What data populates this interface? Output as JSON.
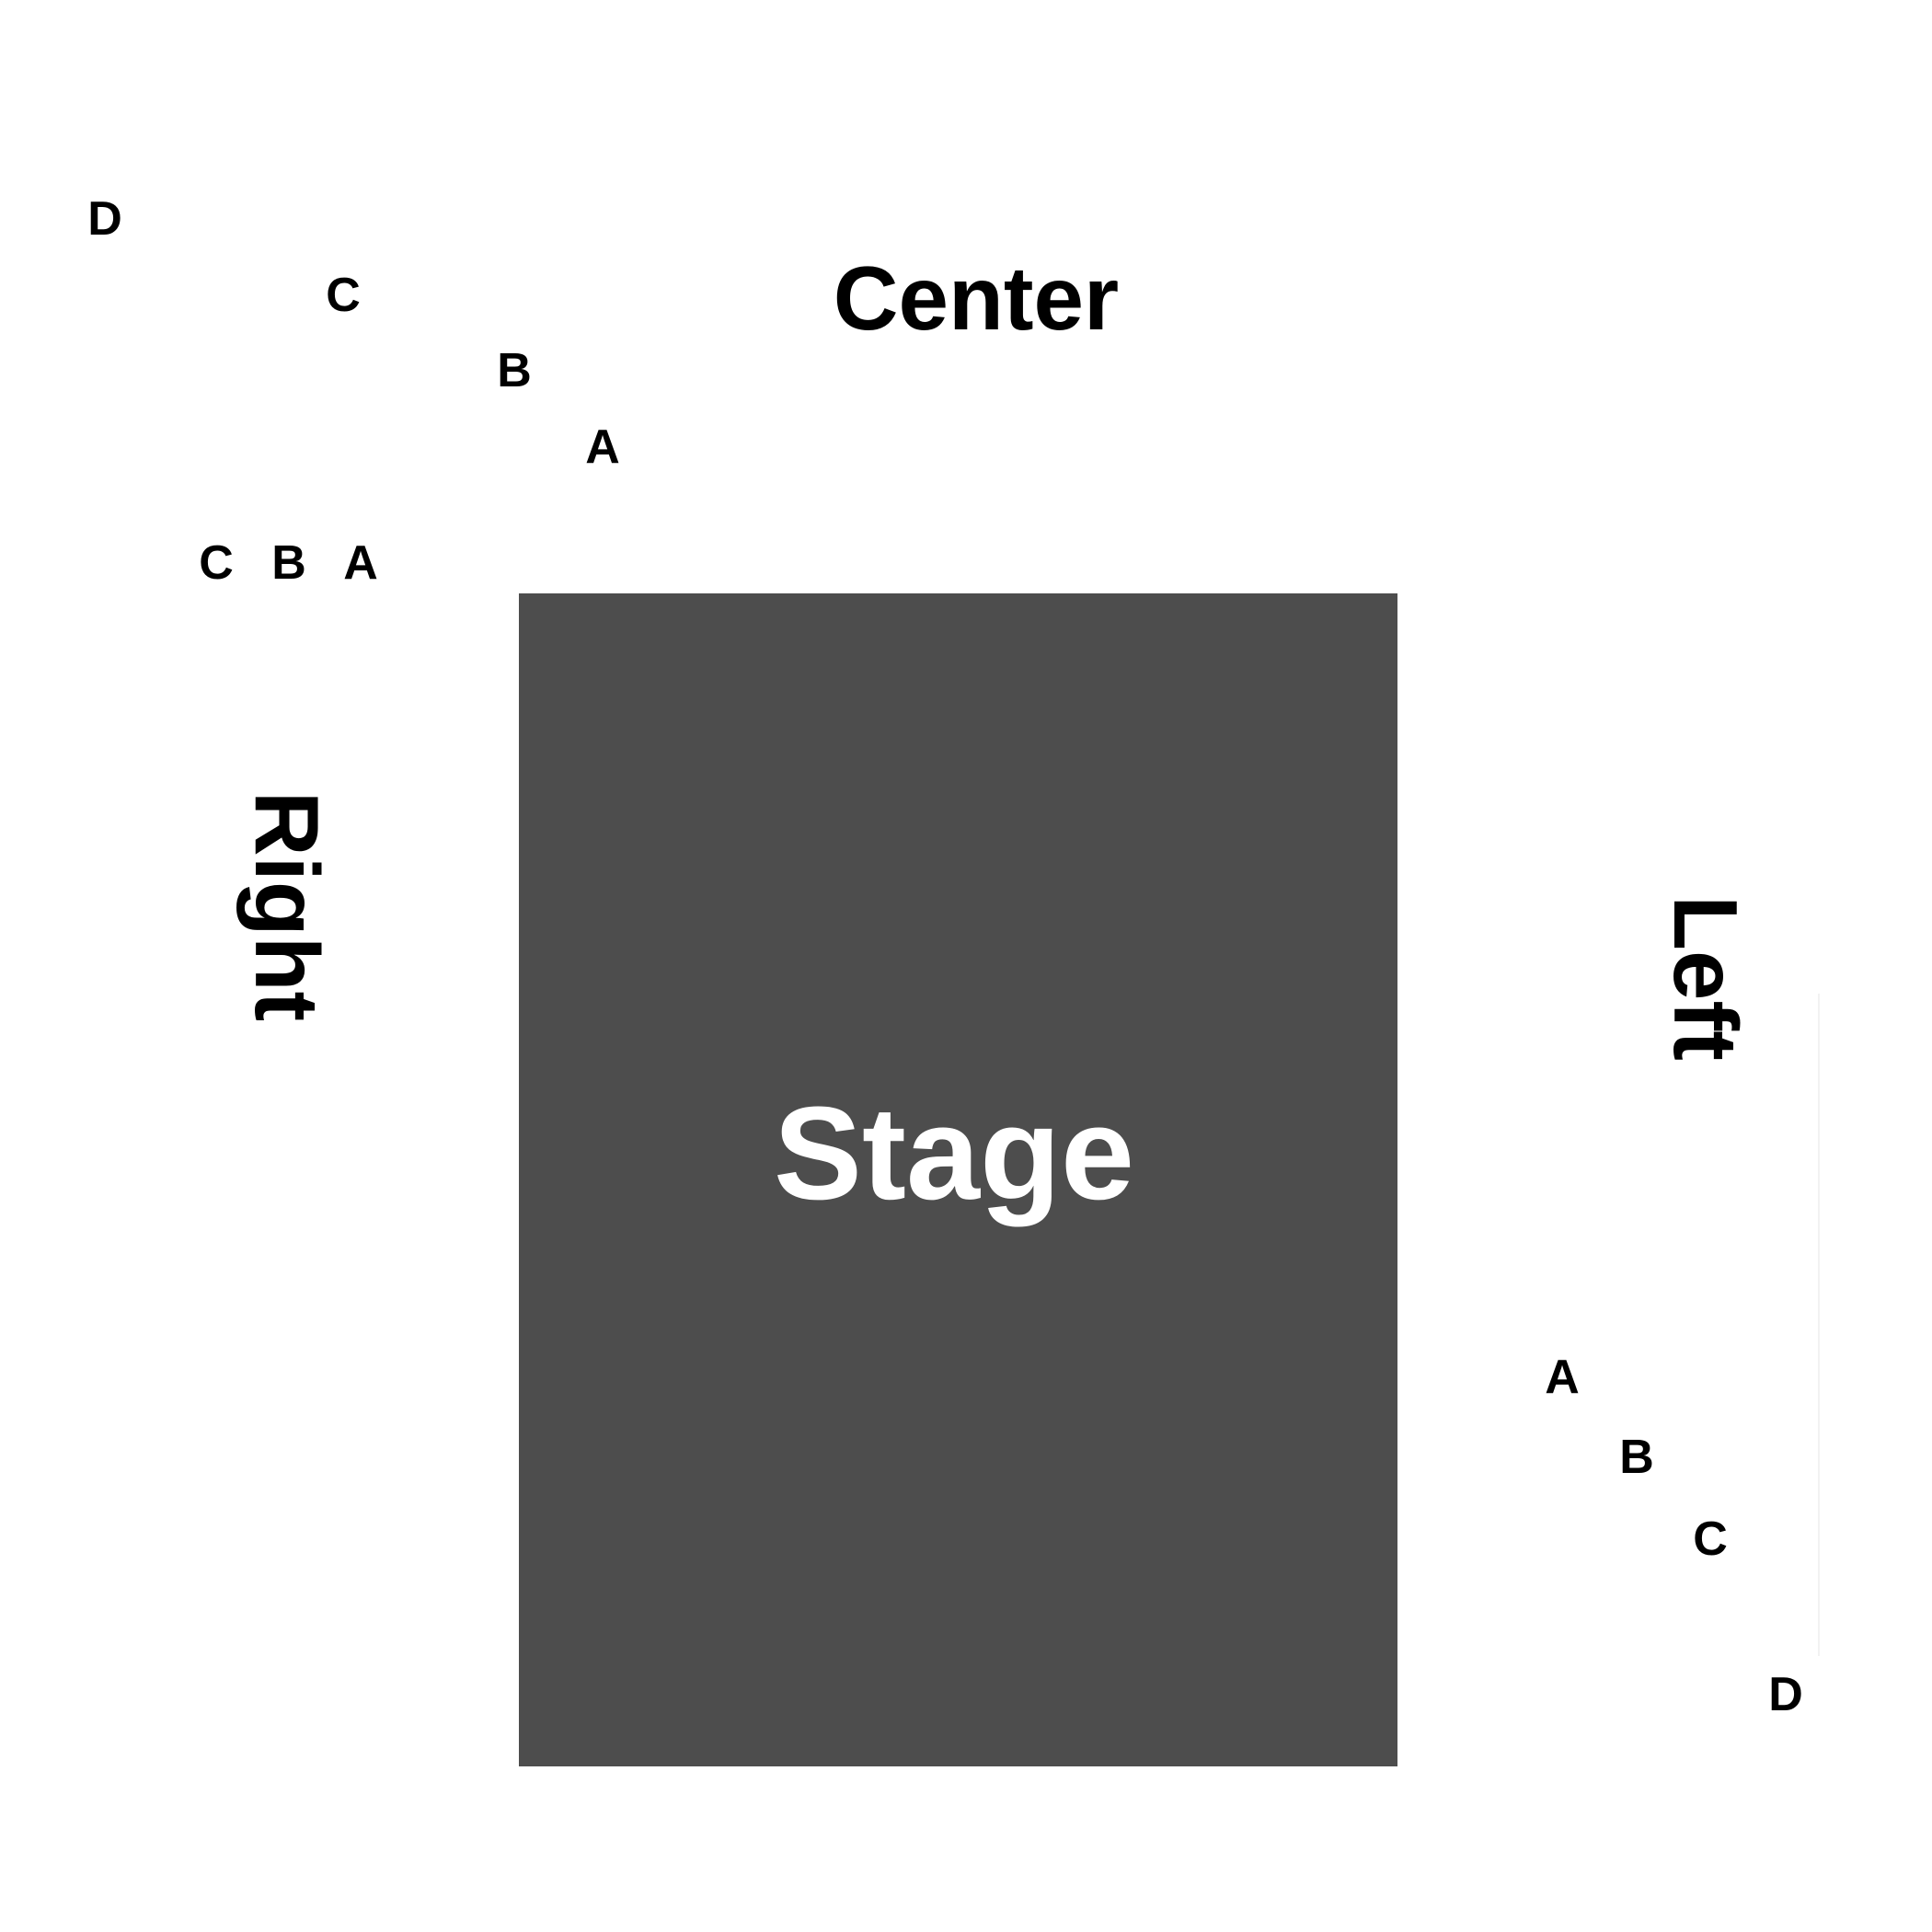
{
  "colors": {
    "stage_fill": "#4d4d4d",
    "stage_text": "#ffffff",
    "label_text": "#000000",
    "background": "#ffffff"
  },
  "stage": {
    "label": "Stage"
  },
  "sections": {
    "center": {
      "label": "Center",
      "rows": [
        "D",
        "C",
        "B",
        "A"
      ]
    },
    "right": {
      "label": "Right",
      "rows": [
        "C",
        "B",
        "A"
      ]
    },
    "left": {
      "label": "Left",
      "rows": [
        "A",
        "B",
        "C",
        "D"
      ]
    }
  }
}
